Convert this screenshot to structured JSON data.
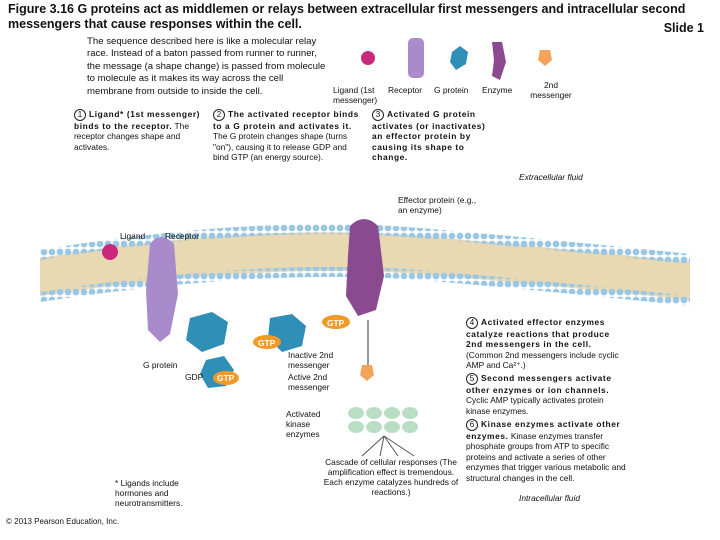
{
  "title": "Figure 3.16  G proteins act as middlemen or relays between extracellular first messengers and intracellular second messengers that cause responses within the cell.",
  "slide": "Slide 1",
  "intro": "The sequence described here is like a molecular relay race. Instead of a baton passed from runner to runner, the message (a shape change) is passed from molecule to molecule as it makes its way across the cell membrane from outside to inside the cell.",
  "legend": {
    "ligand": "Ligand (1st messenger)",
    "receptor": "Receptor",
    "gprotein": "G protein",
    "enzyme": "Enzyme",
    "second_messenger": "2nd messenger"
  },
  "steps": [
    {
      "num": "1",
      "head": "Ligand* (1st messenger) binds to the receptor.",
      "body": "The receptor changes shape and activates."
    },
    {
      "num": "2",
      "head": "The activated receptor binds to a G protein and activates it.",
      "body": "The G protein changes shape (turns \"on\"), causing it to release GDP and bind GTP (an energy source)."
    },
    {
      "num": "3",
      "head": "Activated G protein activates (or inactivates) an effector protein by causing its shape to change.",
      "body": ""
    },
    {
      "num": "4",
      "head": "Activated effector enzymes catalyze reactions that produce 2nd messengers in the cell.",
      "body": "(Common 2nd messengers include cyclic AMP and Ca²⁺.)"
    },
    {
      "num": "5",
      "head": "Second messengers activate other enzymes or ion channels.",
      "body": "Cyclic AMP typically activates protein kinase enzymes."
    },
    {
      "num": "6",
      "head": "Kinase enzymes activate other enzymes.",
      "body": "Kinase enzymes transfer phosphate groups from ATP to specific proteins and activate a series of other enzymes that trigger various metabolic and structural changes in the cell."
    }
  ],
  "labels": {
    "extracellular_fluid": "Extracellular fluid",
    "intracellular_fluid": "Intracellular fluid",
    "effector_protein": "Effector protein (e.g., an enzyme)",
    "ligand": "Ligand",
    "receptor": "Receptor",
    "g_protein": "G protein",
    "gdp": "GDP",
    "gtp": "GTP",
    "inactive_2nd": "Inactive 2nd messenger",
    "active_2nd": "Active 2nd messenger",
    "activated_kinase": "Activated kinase enzymes",
    "cascade": "Cascade of cellular responses (The amplification effect is tremendous. Each enzyme catalyzes hundreds of reactions.)",
    "footnote": "* Ligands include hormones and neurotransmitters."
  },
  "copyright": "© 2013 Pearson Education, Inc.",
  "colors": {
    "membrane_head": "#9bc7e3",
    "membrane_tail": "#e9d9b3",
    "receptor": "#a98acb",
    "gprotein": "#2f8fb7",
    "enzyme": "#8b4a8f",
    "ligand": "#c9287d",
    "gtp": "#f29a25",
    "kinase": "#b8dfc5",
    "second_messenger": "#f3a35a"
  }
}
